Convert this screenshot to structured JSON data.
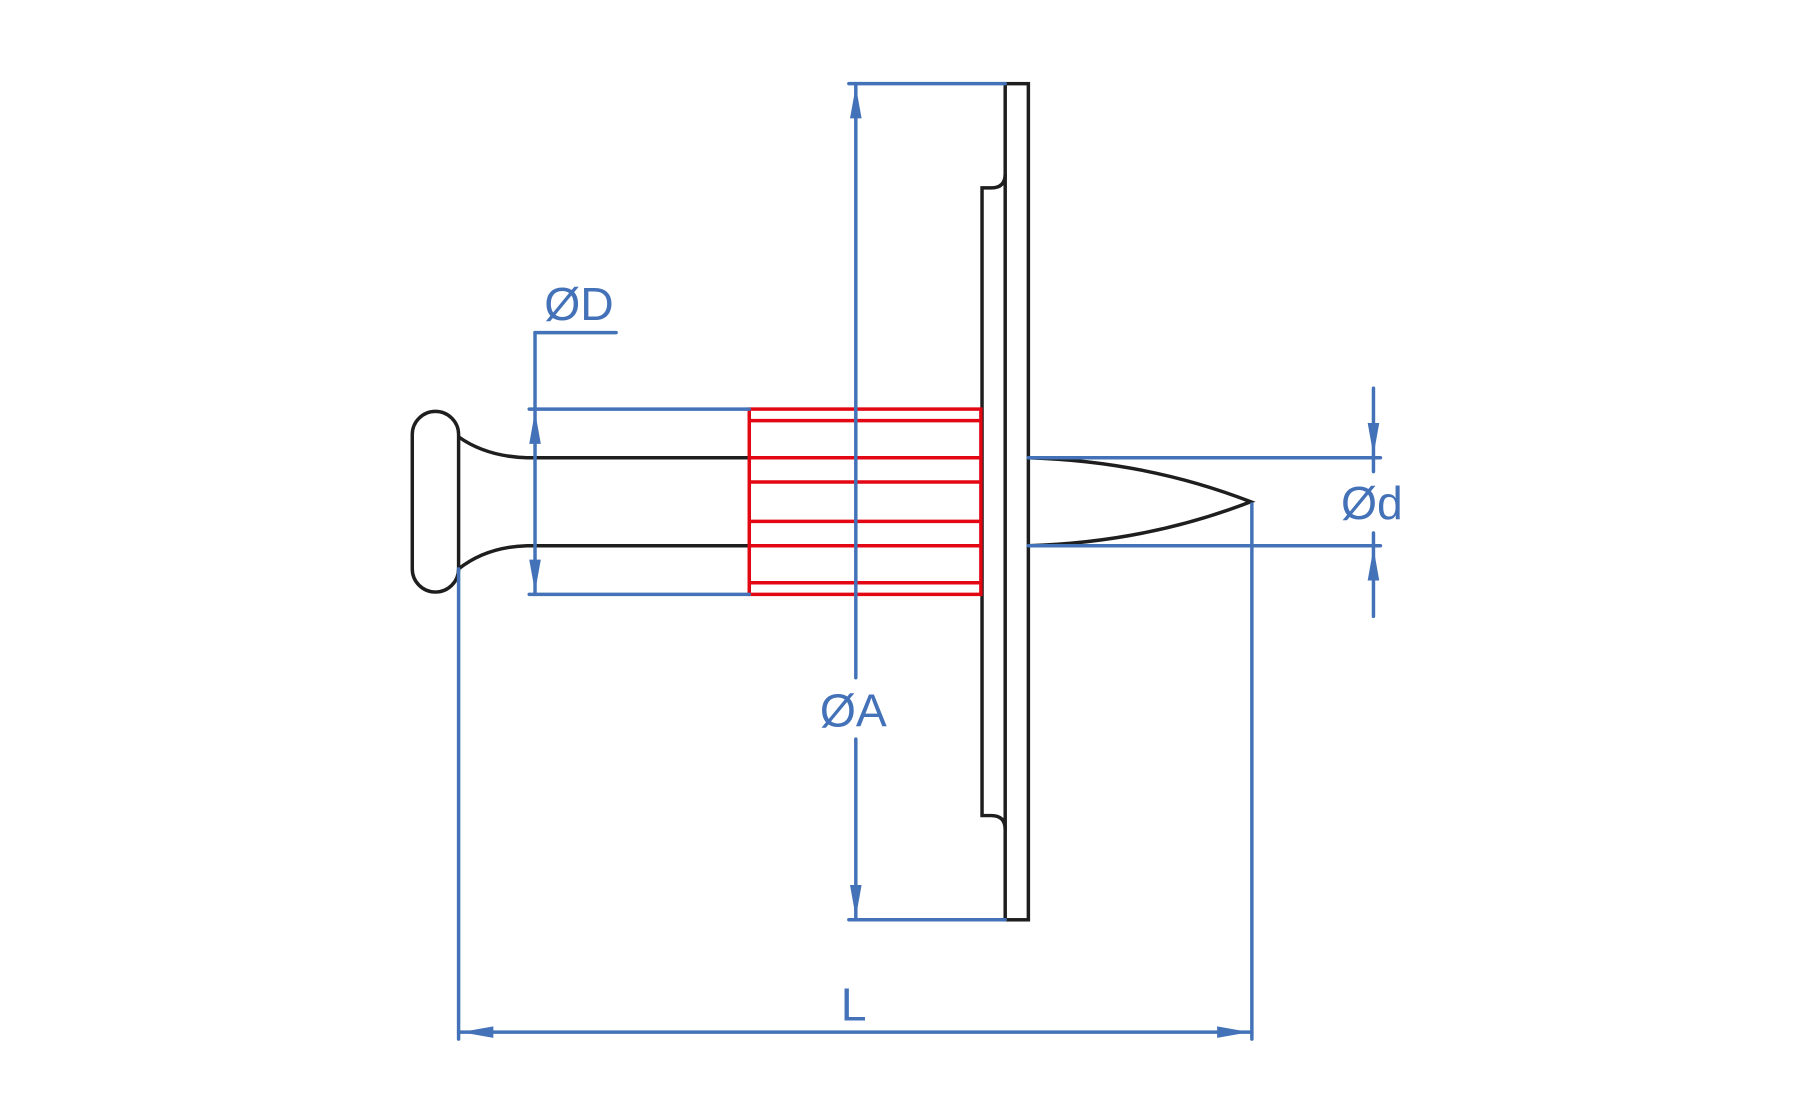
{
  "labels": {
    "head_diameter": "ØD",
    "washer_diameter": "ØA",
    "shank_diameter": "Ød",
    "length": "L"
  },
  "colors": {
    "dimension": "#4472b8",
    "outline": "#1e1e1e",
    "sleeve": "#e30613"
  }
}
